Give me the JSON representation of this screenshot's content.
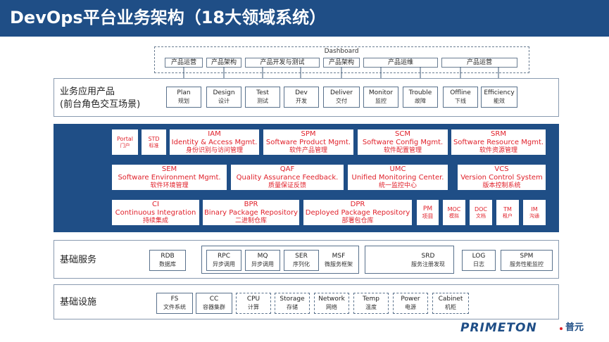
{
  "title": "DevOps平台业务架构（18大领域系统）",
  "dashboard": {
    "label": "Dashboard",
    "pills": [
      "产品运营",
      "产品架构",
      "产品开发与测试",
      "产品架构",
      "产品运维",
      "产品运营"
    ]
  },
  "business": {
    "label_line1": "业务应用产品",
    "label_line2": "(前台角色交互场景)",
    "items": [
      {
        "en": "Plan",
        "zh": "规划"
      },
      {
        "en": "Design",
        "zh": "设计"
      },
      {
        "en": "Test",
        "zh": "测试"
      },
      {
        "en": "Dev",
        "zh": "开发"
      },
      {
        "en": "Deliver",
        "zh": "交付"
      },
      {
        "en": "Monitor",
        "zh": "监控"
      },
      {
        "en": "Trouble",
        "zh": "故障"
      },
      {
        "en": "Offline",
        "zh": "下线"
      },
      {
        "en": "Efficiency",
        "zh": "能效"
      }
    ]
  },
  "domains": {
    "row1": [
      {
        "t1": "Portal",
        "t3": "门户"
      },
      {
        "t1": "STD",
        "t3": "标准"
      },
      {
        "t1": "IAM",
        "t2": "Identity & Access Mgmt.",
        "t3": "身份识别与访问管理"
      },
      {
        "t1": "SPM",
        "t2": "Software Product Mgmt.",
        "t3": "软件产品管理"
      },
      {
        "t1": "SCM",
        "t2": "Software Config Mgmt.",
        "t3": "软件配置管理"
      },
      {
        "t1": "SRM",
        "t2": "Software Resource Mgmt.",
        "t3": "软件资源管理"
      }
    ],
    "row2": [
      {
        "t1": "SEM",
        "t2": "Software Environment Mgmt.",
        "t3": "软件环境管理"
      },
      {
        "t1": "QAF",
        "t2": "Quality Assurance Feedback.",
        "t3": "质量保证反馈"
      },
      {
        "t1": "UMC",
        "t2": "Unified Monitoring Center.",
        "t3": "统一监控中心"
      },
      {
        "t1": "VCS",
        "t2": "Version Control System",
        "t3": "版本控制系统"
      }
    ],
    "row3": [
      {
        "t1": "CI",
        "t2": "Continuous Integration",
        "t3": "持续集成"
      },
      {
        "t1": "BPR",
        "t2": "Binary Package Repository",
        "t3": "二进制仓库"
      },
      {
        "t1": "DPR",
        "t2": "Deployed Package Repository",
        "t3": "部署包仓库"
      },
      {
        "t1": "PM",
        "t3": "项目"
      },
      {
        "t1": "MOC",
        "t3": "模拟"
      },
      {
        "t1": "DOC",
        "t3": "文档"
      },
      {
        "t1": "TM",
        "t3": "租户"
      },
      {
        "t1": "IM",
        "t3": "沟通"
      }
    ]
  },
  "basic_services": {
    "label": "基础服务",
    "rdb": {
      "en": "RDB",
      "zh": "数据库"
    },
    "group": [
      {
        "en": "RPC",
        "zh": "异步调用"
      },
      {
        "en": "MQ",
        "zh": "异步调用"
      },
      {
        "en": "SER",
        "zh": "序列化"
      },
      {
        "en": "MSF",
        "zh": "微服务框架"
      }
    ],
    "srd": {
      "en": "SRD",
      "zh": "服务注册发现"
    },
    "log": {
      "en": "LOG",
      "zh": "日志"
    },
    "spm": {
      "en": "SPM",
      "zh": "服务性能监控"
    }
  },
  "infrastructure": {
    "label": "基础设施",
    "solid": [
      {
        "en": "FS",
        "zh": "文件系统"
      },
      {
        "en": "CC",
        "zh": "容器集群"
      }
    ],
    "dashed": [
      {
        "en": "CPU",
        "zh": "计算"
      },
      {
        "en": "Storage",
        "zh": "存储"
      },
      {
        "en": "Network",
        "zh": "网络"
      },
      {
        "en": "Temp",
        "zh": "温度"
      },
      {
        "en": "Power",
        "zh": "电源"
      },
      {
        "en": "Cabinet",
        "zh": "机柜"
      }
    ]
  },
  "brand": {
    "logo": "PRIMETON",
    "cn": "普元"
  },
  "colors": {
    "header": "#1f4e86",
    "panel": "#1f4e86",
    "accent": "#e0202a"
  }
}
